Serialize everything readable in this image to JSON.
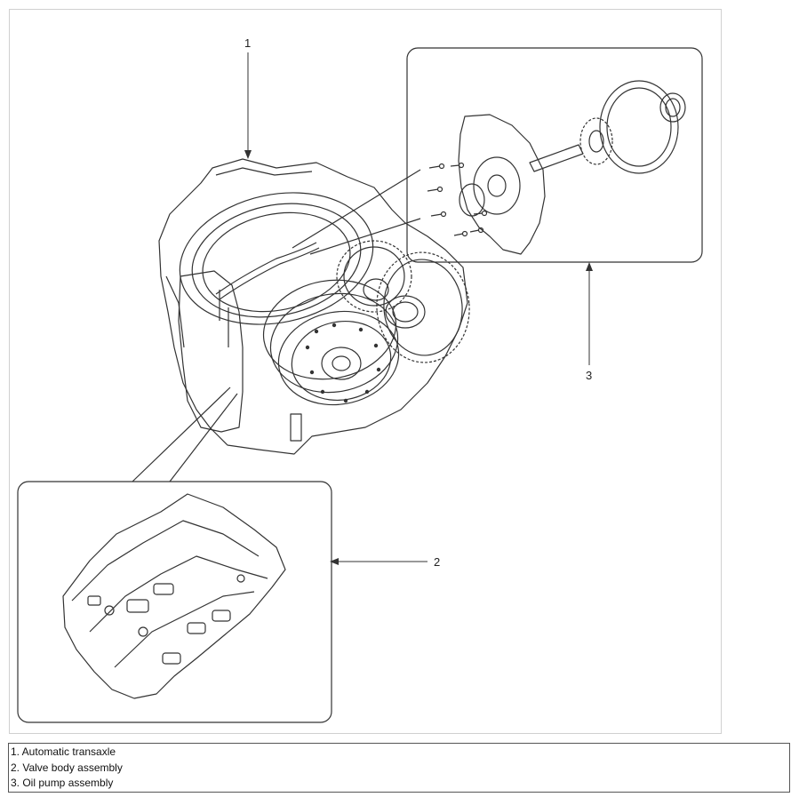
{
  "diagram": {
    "callouts": [
      {
        "id": "1",
        "label": "1"
      },
      {
        "id": "2",
        "label": "2"
      },
      {
        "id": "3",
        "label": "3"
      }
    ]
  },
  "legend": {
    "items": [
      "1. Automatic transaxle",
      "2. Valve body assembly",
      "3. Oil pump assembly"
    ]
  },
  "colors": {
    "line": "#333333",
    "frame": "#555555"
  }
}
